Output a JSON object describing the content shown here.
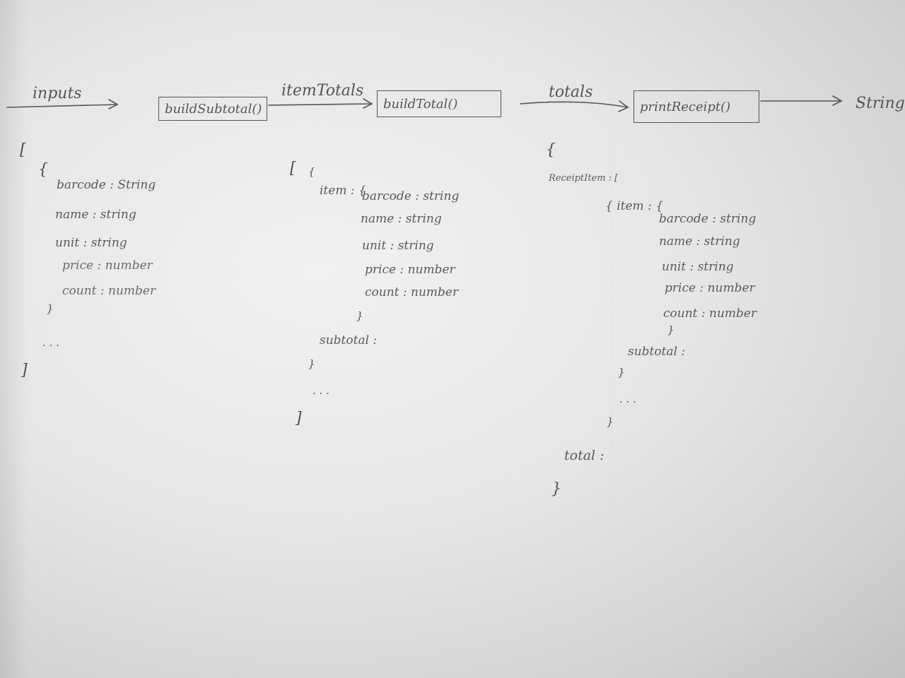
{
  "flow": {
    "input_label": "inputs",
    "step1": "buildSubtotal()",
    "label1": "itemTotals",
    "step2": "buildTotal()",
    "label2": "totals",
    "step3": "printReceipt()",
    "output_label": "String"
  },
  "inputs_schema": {
    "open_bracket": "[",
    "open_brace": "{",
    "fields": [
      "barcode : String",
      "name : string",
      "unit : string",
      "price : number",
      "count : number"
    ],
    "close_brace": "}",
    "ellipsis": ". . .",
    "close_bracket": "]"
  },
  "item_totals_schema": {
    "open_bracket": "[",
    "open_brace": "{",
    "item_key": "item : {",
    "fields": [
      "barcode : string",
      "name : string",
      "unit : string",
      "price : number",
      "count : number"
    ],
    "item_close": "}",
    "subtotal_key": "subtotal :",
    "close_brace": "}",
    "ellipsis": ". . .",
    "close_bracket": "]"
  },
  "totals_schema": {
    "open_brace": "{",
    "receipt_key": "ReceiptItem : [",
    "item_key": "{ item : {",
    "fields": [
      "barcode : string",
      "name : string",
      "unit : string",
      "price : number",
      "count : number"
    ],
    "item_close": "}",
    "subtotal_key": "subtotal :",
    "entry_close": "}",
    "ellipsis": ". . .",
    "array_close": "}",
    "total_key": "total :",
    "close_brace": "}"
  }
}
